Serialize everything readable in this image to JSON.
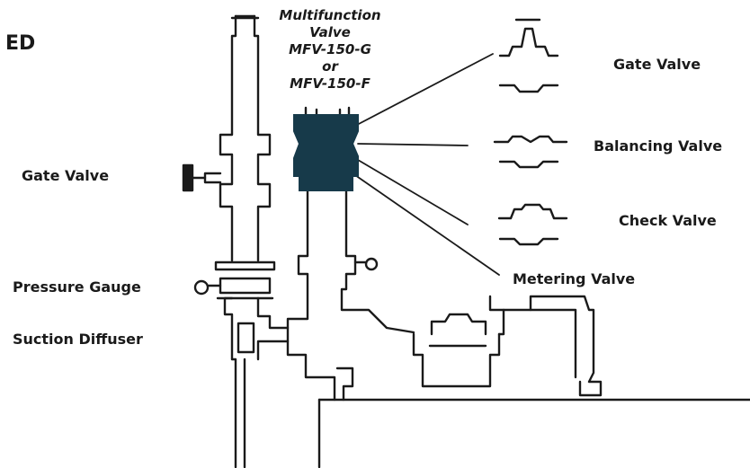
{
  "diagram": {
    "title_fragment": "ED",
    "multifunction_valve": {
      "line1": "Multifunction",
      "line2": "Valve",
      "line3": "MFV-150-G",
      "line4": "or",
      "line5": "MFV-150-F"
    },
    "labels": {
      "gate_valve_left": "Gate Valve",
      "pressure_gauge": "Pressure Gauge",
      "suction_diffuser": "Suction Diffuser",
      "gate_valve_right": "Gate Valve",
      "balancing_valve": "Balancing Valve",
      "check_valve": "Check Valve",
      "metering_valve": "Metering Valve"
    },
    "colors": {
      "ink": "#1a1a1a",
      "valve_body": "#173a4a",
      "background": "#ffffff"
    }
  }
}
